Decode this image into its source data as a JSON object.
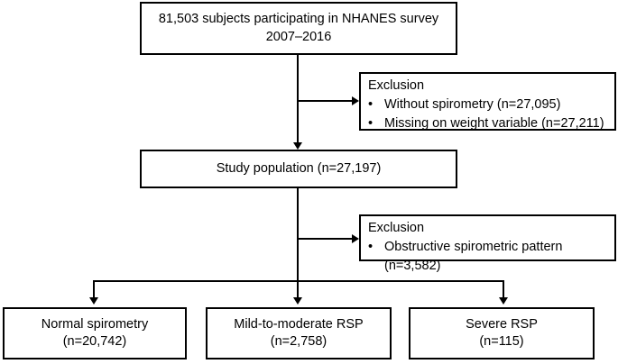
{
  "chart_data": {
    "type": "diagram",
    "title": "NHANES participant flow diagram",
    "nodes": [
      {
        "id": "enrolled",
        "label": "81,503 subjects participating in NHANES survey\n2007–2016",
        "n": 81503
      },
      {
        "id": "exclusion-1",
        "label": "Exclusion",
        "items": [
          "Without spirometry (n=27,095)",
          "Missing on weight variable (n=27,211)"
        ]
      },
      {
        "id": "study-population",
        "label": "Study population (n=27,197)",
        "n": 27197
      },
      {
        "id": "exclusion-2",
        "label": "Exclusion",
        "items": [
          "Obstructive spirometric pattern (n=3,582)"
        ]
      },
      {
        "id": "normal",
        "label": "Normal spirometry\n(n=20,742)",
        "n": 20742
      },
      {
        "id": "mild-moderate",
        "label": "Mild-to-moderate RSP\n(n=2,758)",
        "n": 2758
      },
      {
        "id": "severe",
        "label": "Severe RSP\n(n=115)",
        "n": 115
      }
    ]
  },
  "diagram": {
    "enrolled": {
      "text": "81,503 subjects participating in NHANES survey\n2007–2016"
    },
    "exclusion_1": {
      "title": "Exclusion",
      "bullet": "•",
      "items": [
        "Without spirometry (n=27,095)",
        "Missing on weight variable (n=27,211)"
      ]
    },
    "study_population": {
      "text": "Study population (n=27,197)"
    },
    "exclusion_2": {
      "title": "Exclusion",
      "bullet": "•",
      "items": [
        "Obstructive spirometric pattern (n=3,582)"
      ]
    },
    "outcomes": [
      {
        "text": "Normal spirometry\n(n=20,742)"
      },
      {
        "text": "Mild-to-moderate RSP\n(n=2,758)"
      },
      {
        "text": "Severe RSP\n(n=115)"
      }
    ]
  }
}
